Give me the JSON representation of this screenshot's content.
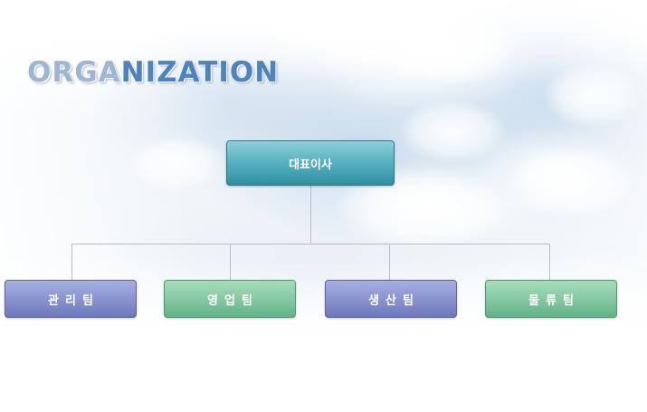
{
  "title": {
    "part1": "ORGA",
    "part2": "NIZATION"
  },
  "root": {
    "label": "대표이사",
    "color": "#3a9cb0"
  },
  "teams": [
    {
      "label": "관리팀",
      "color": "#8a94d0"
    },
    {
      "label": "영업팀",
      "color": "#86c9a2"
    },
    {
      "label": "생산팀",
      "color": "#8a94d0"
    },
    {
      "label": "물류팀",
      "color": "#86c9a2"
    }
  ]
}
